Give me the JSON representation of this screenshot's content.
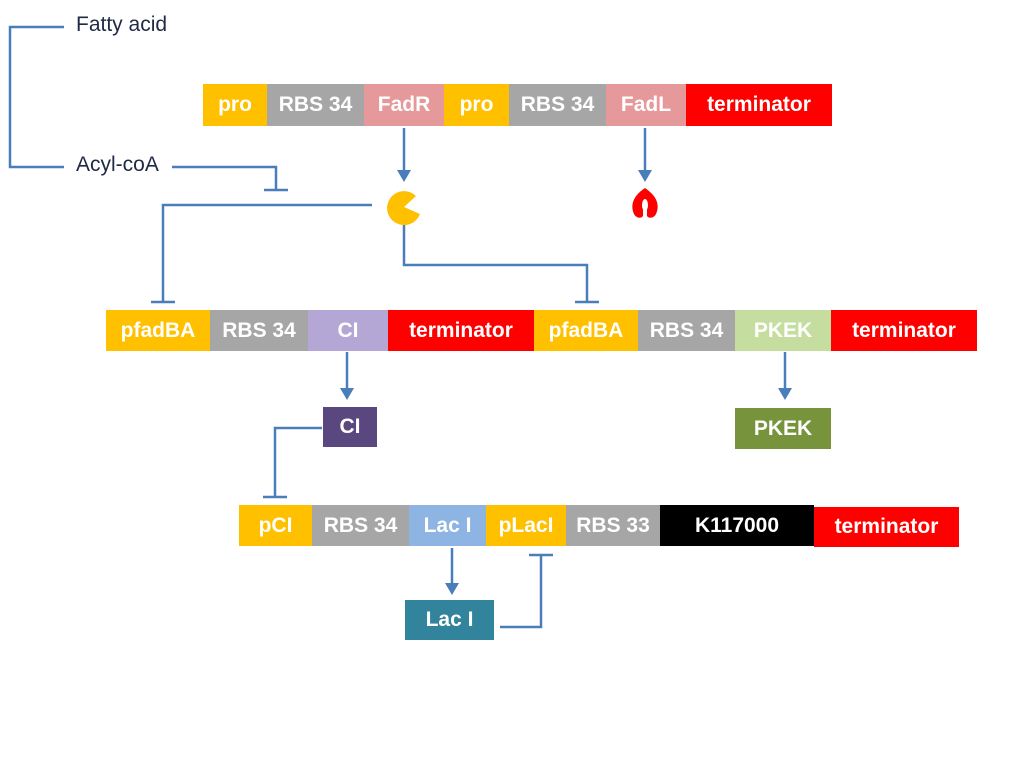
{
  "labels": {
    "fatty_acid": "Fatty acid",
    "acyl_coa": "Acyl-coA"
  },
  "colors": {
    "promoter": "#ffc000",
    "rbs": "#a6a6a6",
    "fadr_gene": "#e6999a",
    "fadl_gene": "#e6999a",
    "terminator": "#ff0000",
    "ci_gene": "#b4a7d6",
    "pkek_gene": "#c5dea0",
    "ci_protein": "#5a477f",
    "pkek_protein": "#77933c",
    "laci_gene": "#8db4e2",
    "laci_protein": "#31849b",
    "k117000": "#000000",
    "arrow": "#4a7ebb"
  },
  "construct_1": {
    "parts": [
      "pro",
      "RBS 34",
      "FadR",
      "pro",
      "RBS 34",
      "FadL",
      "terminator"
    ]
  },
  "construct_2": {
    "parts": [
      "pfadBA",
      "RBS 34",
      "CI",
      "terminator",
      "pfadBA",
      "RBS 34",
      "PKEK",
      "terminator"
    ]
  },
  "construct_3": {
    "parts": [
      "pCI",
      "RBS 34",
      "Lac I",
      "pLacI",
      "RBS 33",
      "K117000",
      "terminator"
    ]
  },
  "proteins": {
    "ci": "CI",
    "pkek": "PKEK",
    "laci": "Lac I"
  },
  "icons": {
    "fadr_protein": "pacman-protein-icon",
    "fadl_protein": "membrane-transporter-icon"
  }
}
